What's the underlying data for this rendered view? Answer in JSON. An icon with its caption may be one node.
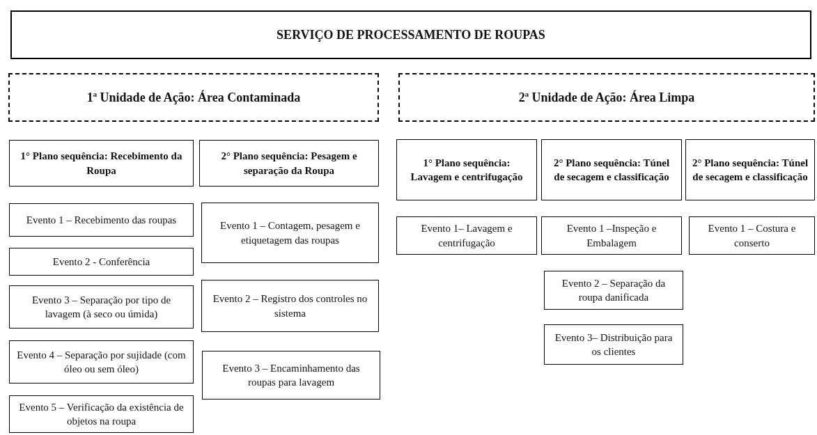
{
  "diagram": {
    "nodes": [
      {
        "text": [
          "SERVIÇO DE PROCESSAMENTO DE ROUPAS"
        ]
      },
      {
        "text": [
          "1ª Unidade de Ação: Área Contaminada"
        ]
      },
      {
        "text": [
          "2ª Unidade de Ação: Área Limpa"
        ]
      },
      {
        "text": [
          "1° Plano sequência: Recebimento da Roupa"
        ]
      },
      {
        "text": [
          "2° Plano sequência: Pesagem e separação da Roupa"
        ]
      },
      {
        "text": [
          "1° Plano sequência: Lavagem e centrifugação"
        ]
      },
      {
        "text": [
          "2° Plano sequência: Túnel de secagem e classificação"
        ]
      },
      {
        "text": [
          "2° Plano sequência: Túnel de secagem e classificação"
        ]
      },
      {
        "text": [
          "Evento 1 – Recebimento das roupas"
        ]
      },
      {
        "text": [
          "Evento 2 - Conferência"
        ]
      },
      {
        "text": [
          "Evento 3 – Separação por tipo de lavagem (à seco ou úmida)"
        ]
      },
      {
        "text": [
          "Evento 4 – Separação por sujidade (com óleo ou sem óleo)"
        ]
      },
      {
        "text": [
          "Evento 5 – Verificação da existência de objetos na roupa"
        ]
      },
      {
        "text": [
          "Evento 1 – Contagem, pesagem e etiquetagem das roupas"
        ]
      },
      {
        "text": [
          "Evento 2 – Registro dos controles no sistema"
        ]
      },
      {
        "text": [
          "Evento 3 – Encaminhamento das roupas para lavagem"
        ]
      },
      {
        "text": [
          "Evento 1– Lavagem e centrifugação"
        ]
      },
      {
        "text": [
          "Evento 1 –Inspeção e Embalagem"
        ]
      },
      {
        "text": [
          "Evento 2 – Separação da roupa danificada"
        ]
      },
      {
        "text": [
          "Evento 3– Distribuição para os clientes"
        ]
      },
      {
        "text": [
          "Evento 1 – Costura e conserto"
        ]
      }
    ],
    "edges": []
  }
}
